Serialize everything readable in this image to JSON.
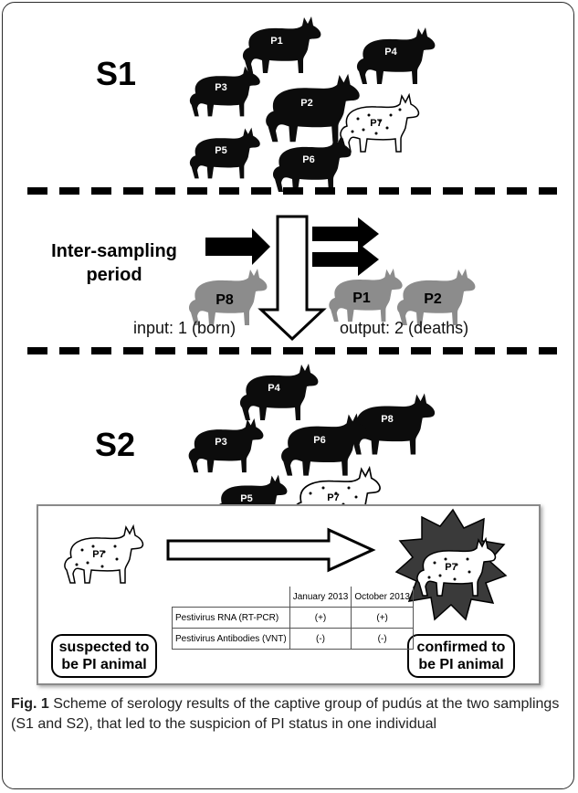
{
  "sections": {
    "s1_label": "S1",
    "s2_label": "S2",
    "inter_period": "Inter-sampling period",
    "input_text": "input: 1 (born)",
    "output_text": "output: 2 (deaths)"
  },
  "animals": {
    "s1": [
      "P1",
      "P4",
      "P3",
      "P2",
      "P7",
      "P5",
      "P6"
    ],
    "inter_input": [
      "P8"
    ],
    "inter_output": [
      "P1",
      "P2"
    ],
    "s2": [
      "P4",
      "P8",
      "P3",
      "P6",
      "P5",
      "P7"
    ],
    "bottom_left": "P7",
    "bottom_right": "P7"
  },
  "status": {
    "suspected": "suspected to be PI animal",
    "confirmed": "confirmed to be PI animal"
  },
  "table": {
    "headers": [
      "",
      "January 2013",
      "October 2013"
    ],
    "rows": [
      {
        "label": "Pestivirus RNA (RT-PCR)",
        "jan": "(+)",
        "oct": "(+)"
      },
      {
        "label": "Pestivirus Antibodies (VNT)",
        "jan": "(-)",
        "oct": "(-)"
      }
    ]
  },
  "caption": {
    "fig_label": "Fig. 1",
    "text": " Scheme of serology results of the captive group of pudús at the two samplings (S1 and S2), that led to the suspicion of PI status in one individual"
  },
  "colors": {
    "black_animal": "#0c0c0c",
    "gray_animal": "#8c8c8c",
    "pi_animal_fill": "#ffffff",
    "arrow": "#000000"
  }
}
